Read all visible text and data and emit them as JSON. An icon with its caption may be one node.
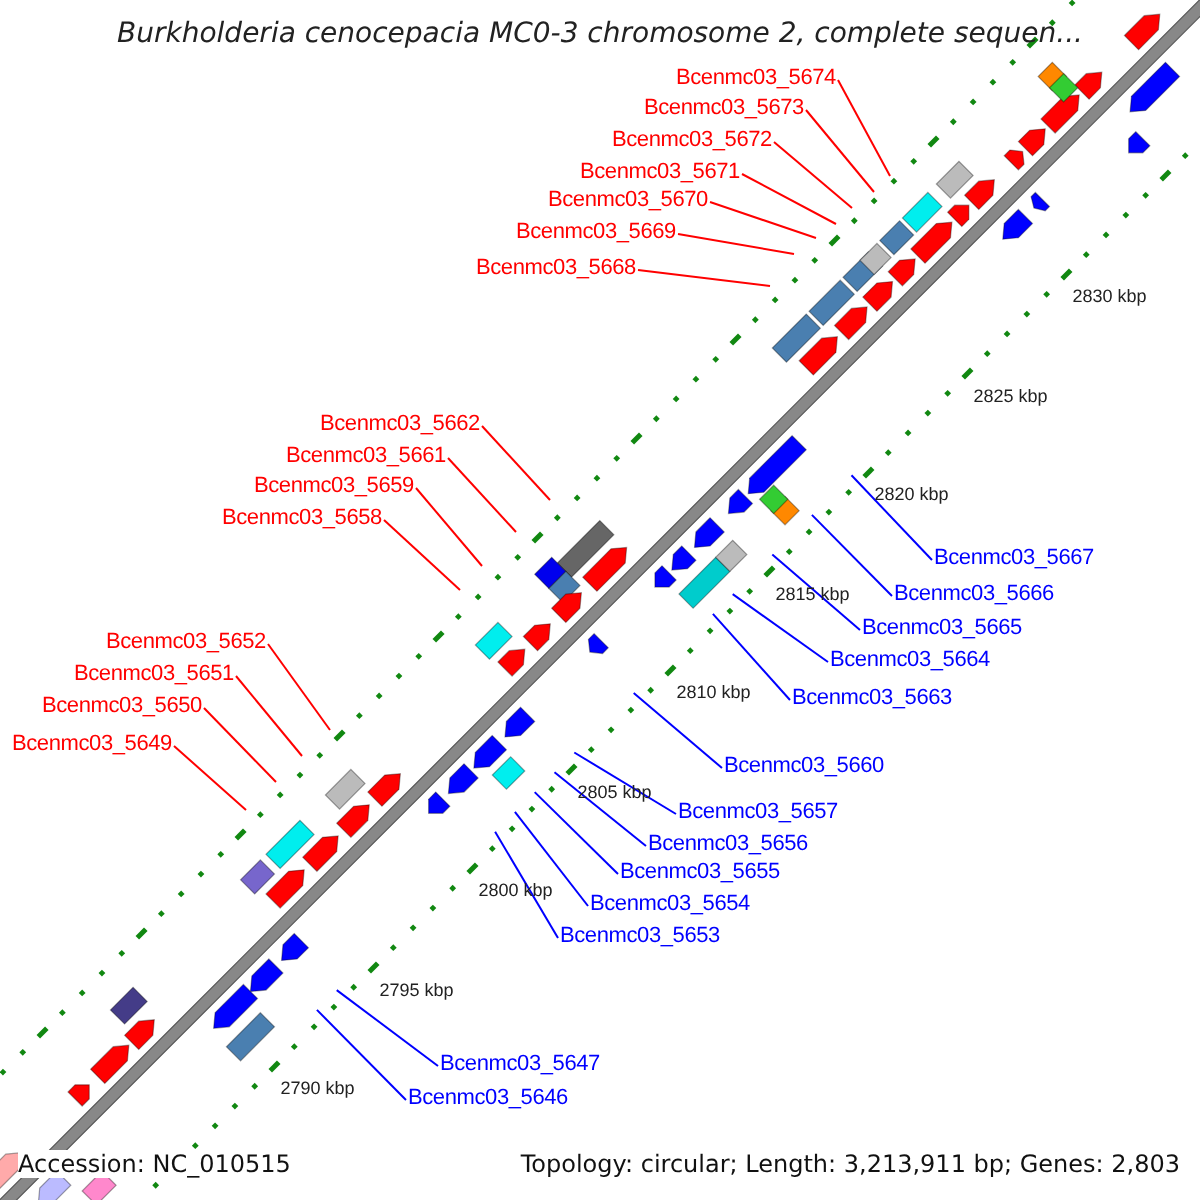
{
  "diagram": {
    "title": "Burkholderia cenocepacia MC0-3 chromosome 2, complete sequen...",
    "nodes": [
      {
        "text": [
          "Bcenmc03_5674"
        ]
      },
      {
        "text": [
          "Bcenmc03_5673"
        ]
      },
      {
        "text": [
          "Bcenmc03_5672"
        ]
      },
      {
        "text": [
          "Bcenmc03_5671"
        ]
      },
      {
        "text": [
          "Bcenmc03_5670"
        ]
      },
      {
        "text": [
          "Bcenmc03_5669"
        ]
      },
      {
        "text": [
          "Bcenmc03_5668"
        ]
      },
      {
        "text": [
          "Bcenmc03_5662"
        ]
      },
      {
        "text": [
          "Bcenmc03_5661"
        ]
      },
      {
        "text": [
          "Bcenmc03_5659"
        ]
      },
      {
        "text": [
          "Bcenmc03_5658"
        ]
      },
      {
        "text": [
          "Bcenmc03_5667"
        ]
      },
      {
        "text": [
          "Bcenmc03_5666"
        ]
      },
      {
        "text": [
          "Bcenmc03_5665"
        ]
      },
      {
        "text": [
          "Bcenmc03_5664"
        ]
      },
      {
        "text": [
          "Bcenmc03_5652"
        ]
      },
      {
        "text": [
          "Bcenmc03_5651"
        ]
      },
      {
        "text": [
          "Bcenmc03_5663"
        ]
      },
      {
        "text": [
          "Bcenmc03_5650"
        ]
      },
      {
        "text": [
          "Bcenmc03_5649"
        ]
      },
      {
        "text": [
          "Bcenmc03_5660"
        ]
      },
      {
        "text": [
          "Bcenmc03_5657"
        ]
      },
      {
        "text": [
          "Bcenmc03_5656"
        ]
      },
      {
        "text": [
          "Bcenmc03_5655"
        ]
      },
      {
        "text": [
          "Bcenmc03_5654"
        ]
      },
      {
        "text": [
          "Bcenmc03_5653"
        ]
      },
      {
        "text": [
          "Bcenmc03_5647"
        ]
      },
      {
        "text": [
          "Bcenmc03_5646"
        ]
      }
    ],
    "edges": [
      {
        "from": 0,
        "to": null,
        "arrow": "none"
      },
      {
        "from": 1,
        "to": null,
        "arrow": "none"
      },
      {
        "from": 2,
        "to": null,
        "arrow": "none"
      },
      {
        "from": 3,
        "to": null,
        "arrow": "none"
      },
      {
        "from": 4,
        "to": null,
        "arrow": "none"
      },
      {
        "from": 5,
        "to": null,
        "arrow": "none"
      },
      {
        "from": 6,
        "to": null,
        "arrow": "none"
      },
      {
        "from": 7,
        "to": null,
        "arrow": "none"
      },
      {
        "from": 8,
        "to": null,
        "arrow": "none"
      },
      {
        "from": 9,
        "to": null,
        "arrow": "none"
      },
      {
        "from": 10,
        "to": null,
        "arrow": "none"
      },
      {
        "from": 11,
        "to": null,
        "arrow": "none",
        "color": "#0000ff"
      },
      {
        "from": 12,
        "to": null,
        "arrow": "none",
        "color": "#0000ff"
      },
      {
        "from": 13,
        "to": null,
        "arrow": "none",
        "color": "#0000ff"
      },
      {
        "from": 14,
        "to": null,
        "arrow": "none",
        "color": "#0000ff"
      },
      {
        "from": 15,
        "to": null,
        "arrow": "none"
      },
      {
        "from": 16,
        "to": null,
        "arrow": "none"
      },
      {
        "from": 17,
        "to": null,
        "arrow": "none",
        "color": "#0000ff"
      },
      {
        "from": 18,
        "to": null,
        "arrow": "none"
      },
      {
        "from": 19,
        "to": null,
        "arrow": "none"
      },
      {
        "from": 20,
        "to": null,
        "arrow": "none",
        "color": "#0000ff"
      },
      {
        "from": 21,
        "to": null,
        "arrow": "none",
        "color": "#0000ff"
      },
      {
        "from": 22,
        "to": null,
        "arrow": "none",
        "color": "#0000ff"
      },
      {
        "from": 23,
        "to": null,
        "arrow": "none",
        "color": "#0000ff"
      },
      {
        "from": 24,
        "to": null,
        "arrow": "none",
        "color": "#0000ff"
      },
      {
        "from": 25,
        "to": null,
        "arrow": "none",
        "color": "#0000ff"
      },
      {
        "from": 26,
        "to": null,
        "arrow": "none",
        "color": "#0000ff"
      },
      {
        "from": 27,
        "to": null,
        "arrow": "none",
        "color": "#0000ff"
      }
    ],
    "labels": [
      "2830 kbp",
      "2825 kbp",
      "2820 kbp",
      "2815 kbp",
      "2810 kbp",
      "2805 kbp",
      "2800 kbp",
      "2795 kbp",
      "2790 kbp",
      "Accession: NC_010515",
      "Topology: circular; Length: 3,213,911 bp; Genes: 2,803"
    ]
  }
}
